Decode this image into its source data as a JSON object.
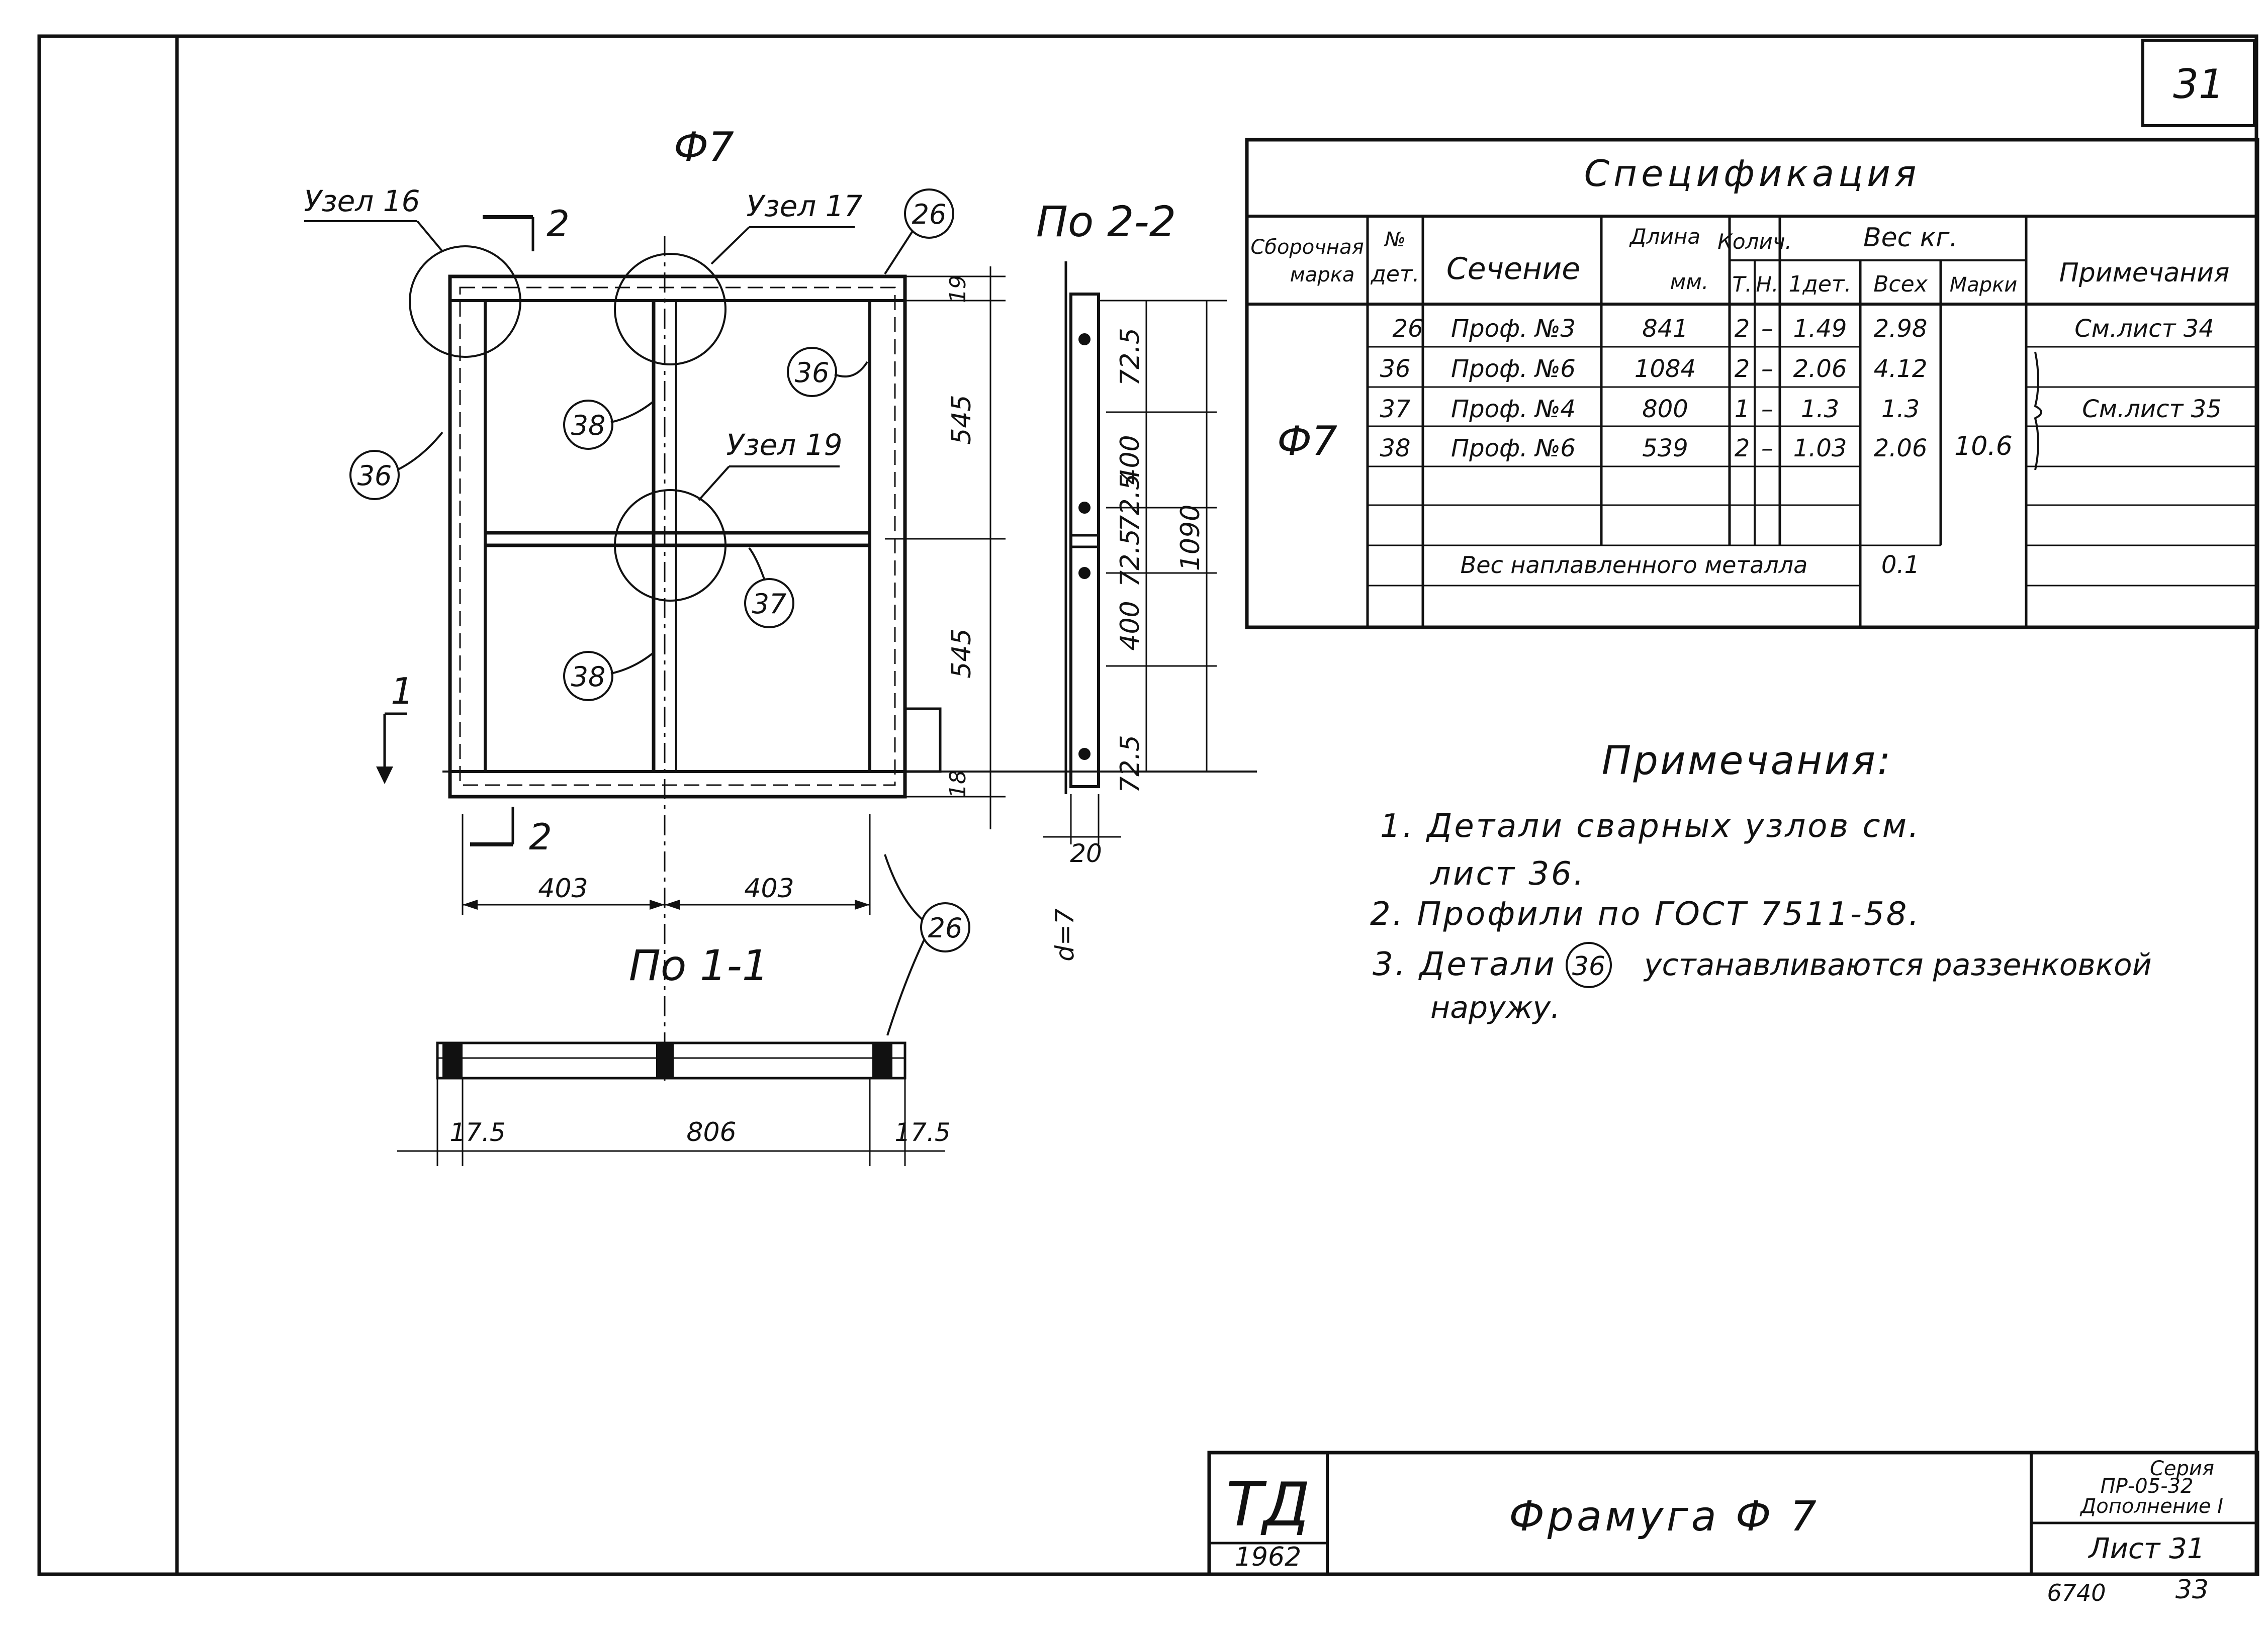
{
  "sheet_number": "31",
  "drawing": {
    "title": "Ф7",
    "view_title": "По 1-1",
    "side_view_title": "По 2-2",
    "section_mark": "2",
    "section_mark_1": "1",
    "node_labels": [
      "Узел 16",
      "Узел 17",
      "Узел 19"
    ],
    "part_callouts": [
      "26",
      "36",
      "36",
      "38",
      "38",
      "37",
      "26"
    ],
    "dimensions": {
      "width_left": "403",
      "width_right": "403",
      "bottom_total": "806",
      "bottom_edge_left": "17.5",
      "bottom_edge_right": "17.5",
      "height_top": "545",
      "height_bottom": "545",
      "edge_top": "19",
      "edge_bottom": "18",
      "side_725_a": "72.5",
      "side_400_a": "400",
      "side_725_b": "72.5",
      "side_725_c": "72.5",
      "side_400_b": "400",
      "side_725_d": "72.5",
      "side_total": "1090",
      "side_width": "20",
      "side_thickness": "d=7"
    }
  },
  "spec": {
    "title": "Спецификация",
    "headers": {
      "assembly": [
        "Сборочная",
        "марка"
      ],
      "part_no": [
        "№",
        "дет."
      ],
      "section": "Сечение",
      "length": [
        "Длина",
        "мм."
      ],
      "qty": "Колич.",
      "qty_t": "Т.",
      "qty_n": "Н.",
      "weight": "Вес кг.",
      "w_one": "1дет.",
      "w_all": "Всех",
      "w_mark": "Марки",
      "note": "Примечания"
    },
    "assembly_mark": "Ф7",
    "mark_weight": "10.6",
    "rows": [
      {
        "no": "26",
        "section": "Проф. №3",
        "length": "841",
        "t": "2",
        "n": "–",
        "one": "1.49",
        "all": "2.98",
        "note": "См.лист 34"
      },
      {
        "no": "36",
        "section": "Проф. №6",
        "length": "1084",
        "t": "2",
        "n": "–",
        "one": "2.06",
        "all": "4.12",
        "note": ""
      },
      {
        "no": "37",
        "section": "Проф. №4",
        "length": "800",
        "t": "1",
        "n": "–",
        "one": "1.3",
        "all": "1.3",
        "note": "См.лист 35"
      },
      {
        "no": "38",
        "section": "Проф. №6",
        "length": "539",
        "t": "2",
        "n": "–",
        "one": "1.03",
        "all": "2.06",
        "note": ""
      }
    ],
    "weld_label": "Вес наплавленного металла",
    "weld_value": "0.1"
  },
  "notes": {
    "title": "Примечания:",
    "items": [
      "1. Детали сварных узлов см.",
      "лист 36.",
      "2. Профили по ГОСТ 7511-58.",
      "3. Детали",
      "36",
      "устанавливаются раззенковкой",
      "наружу."
    ]
  },
  "title_block": {
    "logo": "ТД",
    "year": "1962",
    "name": "Фрамуга Ф 7",
    "series_label": "Серия",
    "series_code": "ПР-05-32",
    "supplement": "Дополнение I",
    "sheet_label": "Лист 31",
    "archive_a": "6740",
    "archive_b": "33"
  }
}
